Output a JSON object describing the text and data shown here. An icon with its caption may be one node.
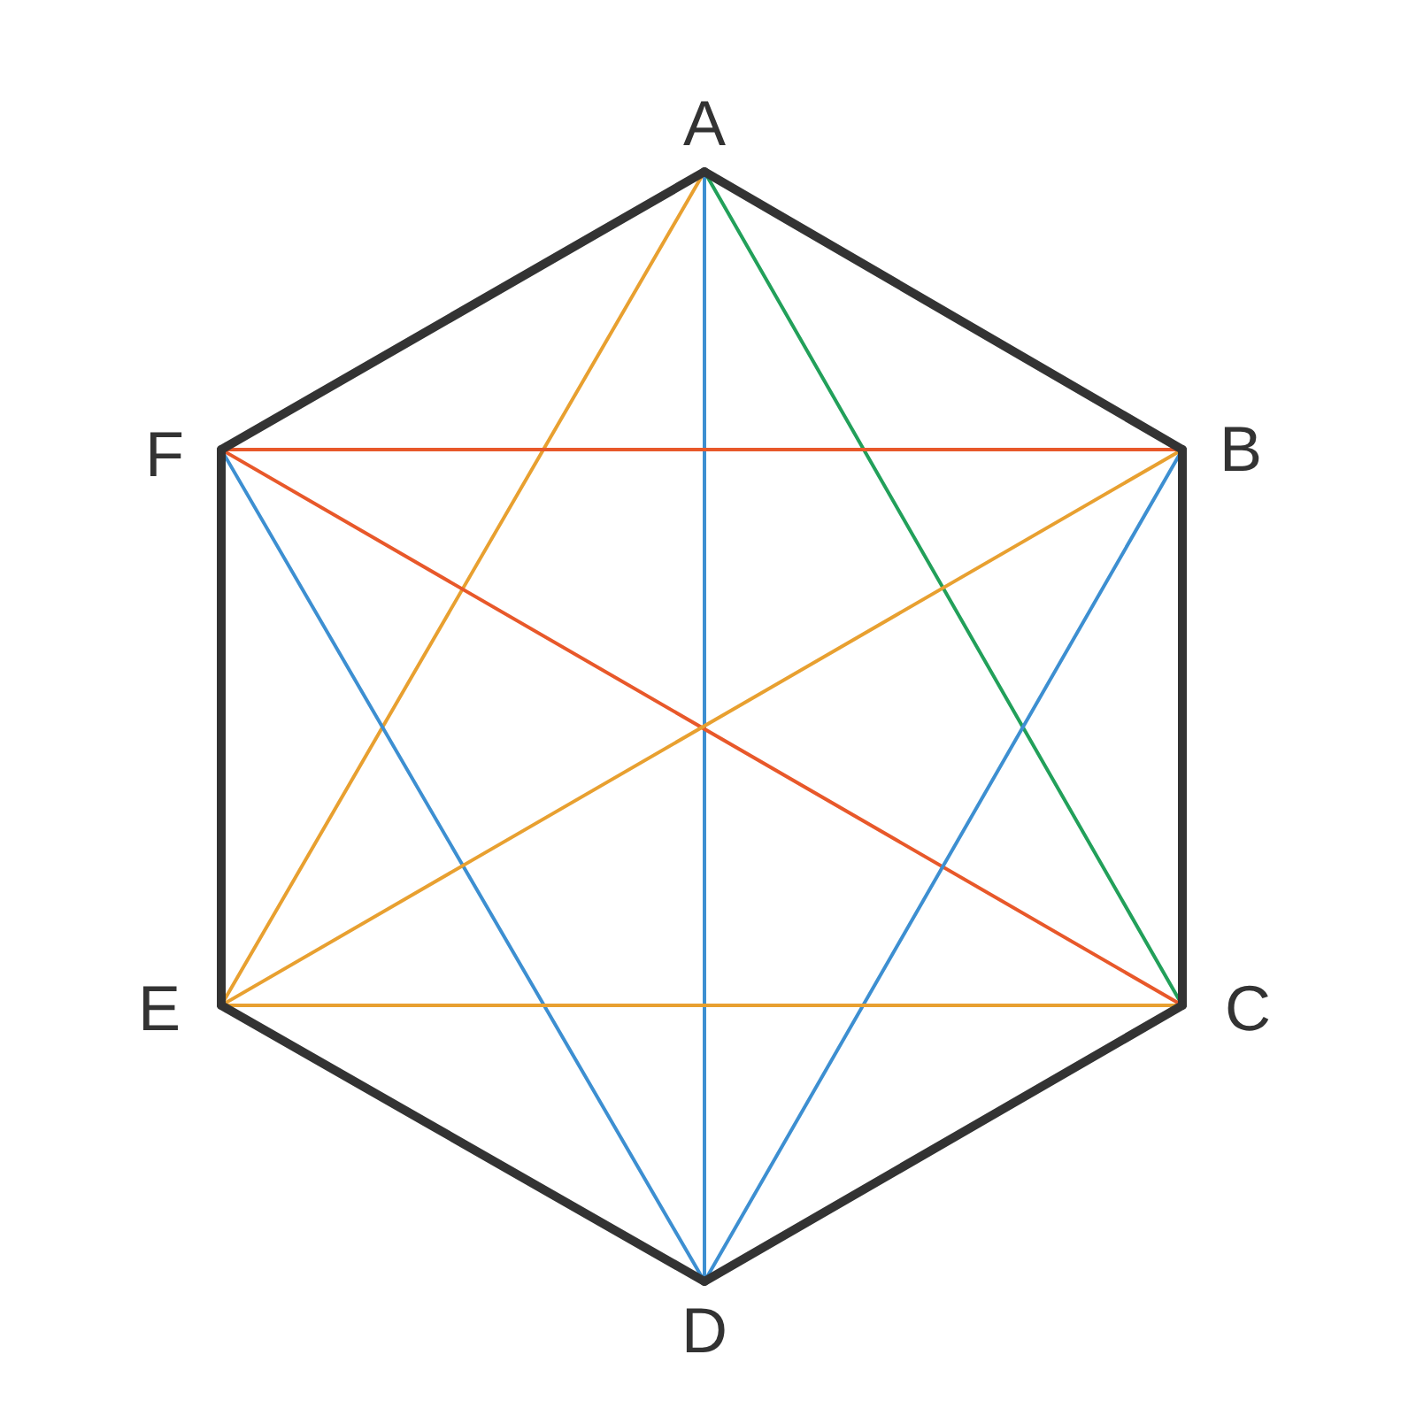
{
  "diagram": {
    "nodes": [
      {
        "text": [
          "A"
        ]
      },
      {
        "text": [
          "B"
        ]
      },
      {
        "text": [
          "C"
        ]
      },
      {
        "text": [
          "D"
        ]
      },
      {
        "text": [
          "E"
        ]
      },
      {
        "text": [
          "F"
        ]
      }
    ],
    "edges": [
      {
        "from": 0,
        "to": 1,
        "arrow": "none",
        "style": "thick",
        "color": "#333333"
      },
      {
        "from": 1,
        "to": 2,
        "arrow": "none",
        "style": "thick",
        "color": "#333333"
      },
      {
        "from": 2,
        "to": 3,
        "arrow": "none",
        "style": "thick",
        "color": "#333333"
      },
      {
        "from": 3,
        "to": 4,
        "arrow": "none",
        "style": "thick",
        "color": "#333333"
      },
      {
        "from": 4,
        "to": 5,
        "arrow": "none",
        "style": "thick",
        "color": "#333333"
      },
      {
        "from": 5,
        "to": 0,
        "arrow": "none",
        "style": "thick",
        "color": "#333333"
      },
      {
        "from": 0,
        "to": 3,
        "arrow": "none",
        "color": "#3d8fd1"
      },
      {
        "from": 0,
        "to": 2,
        "arrow": "none",
        "color": "#22a05a"
      },
      {
        "from": 0,
        "to": 4,
        "arrow": "none",
        "color": "#e8a030"
      },
      {
        "from": 5,
        "to": 1,
        "arrow": "none",
        "color": "#e8582a"
      },
      {
        "from": 5,
        "to": 2,
        "arrow": "none",
        "color": "#e8582a"
      },
      {
        "from": 5,
        "to": 3,
        "arrow": "none",
        "color": "#3d8fd1"
      },
      {
        "from": 1,
        "to": 4,
        "arrow": "none",
        "color": "#e8a030"
      },
      {
        "from": 1,
        "to": 3,
        "arrow": "none",
        "color": "#3d8fd1"
      },
      {
        "from": 4,
        "to": 2,
        "arrow": "none",
        "color": "#e8a030"
      }
    ]
  }
}
